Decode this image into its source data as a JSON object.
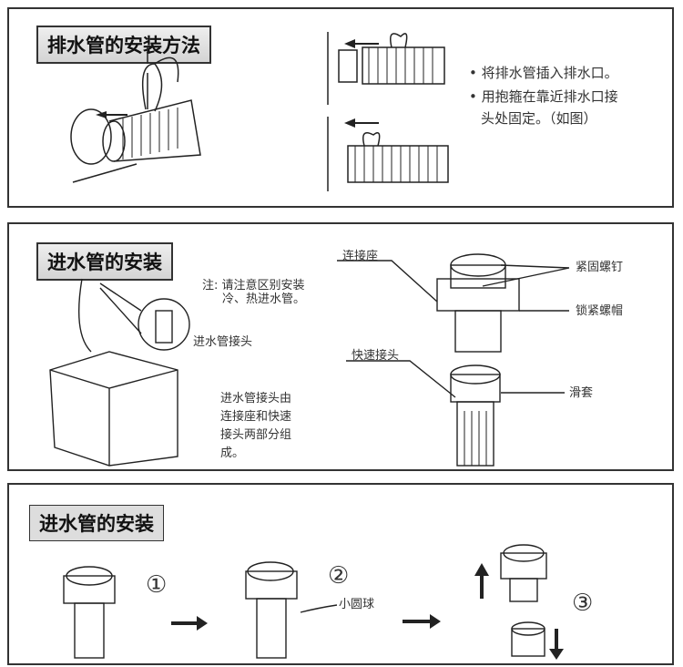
{
  "section1": {
    "title": "排水管的安装方法",
    "bullets": [
      "将排水管插入排水口。",
      "用抱箍在靠近排水口接",
      "头处固定。（如图）"
    ]
  },
  "section2": {
    "title": "进水管的安装",
    "note": [
      "注: 请注意区别安装",
      "冷、热进水管。"
    ],
    "connector_label": "进水管接头",
    "desc": [
      "进水管接头由",
      "连接座和快速",
      "接头两部分组",
      "成。"
    ],
    "labels": {
      "base": "连接座",
      "screw": "紧固螺钉",
      "nut": "锁紧螺帽",
      "quick": "快速接头",
      "sleeve": "滑套"
    }
  },
  "section3": {
    "title": "进水管的安装",
    "steps": [
      "①",
      "②",
      "③"
    ],
    "ball_label": "小圆球"
  }
}
